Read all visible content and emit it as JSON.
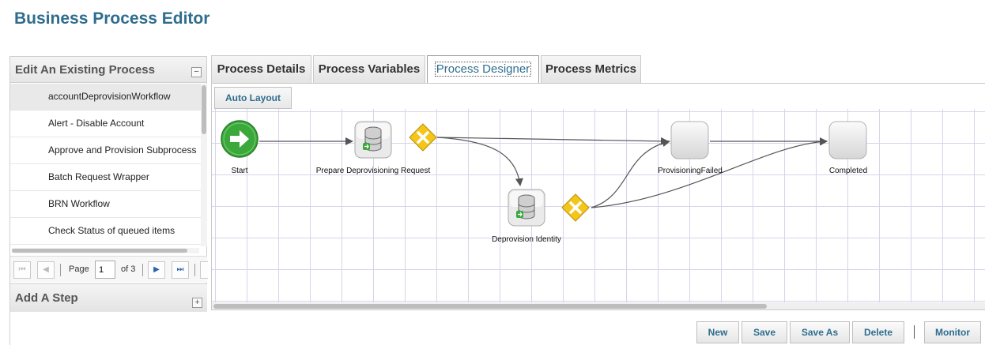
{
  "page": {
    "title": "Business Process Editor"
  },
  "left_panel": {
    "title": "Edit An Existing Process",
    "collapse_symbol": "−",
    "processes": [
      {
        "label": "accountDeprovisionWorkflow",
        "selected": true
      },
      {
        "label": "Alert - Disable Account",
        "selected": false
      },
      {
        "label": "Approve and Provision Subprocess",
        "selected": false
      },
      {
        "label": "Batch Request Wrapper",
        "selected": false
      },
      {
        "label": "BRN Workflow",
        "selected": false
      },
      {
        "label": "Check Status of queued items",
        "selected": false
      }
    ],
    "pager": {
      "page_label": "Page",
      "page_value": "1",
      "of_label": "of 3",
      "first_icon": "first-page-icon",
      "prev_icon": "prev-page-icon",
      "next_icon": "next-page-icon",
      "last_icon": "last-page-icon"
    }
  },
  "add_step": {
    "title": "Add A Step",
    "expand_symbol": "+"
  },
  "tabs": [
    {
      "label": "Process Details",
      "active": false
    },
    {
      "label": "Process Variables",
      "active": false
    },
    {
      "label": "Process Designer",
      "active": true
    },
    {
      "label": "Process Metrics",
      "active": false
    }
  ],
  "designer": {
    "auto_layout_label": "Auto Layout",
    "nodes": {
      "start": {
        "label": "Start",
        "icon": "start-arrow-icon",
        "color": "#3aa83a"
      },
      "prepare": {
        "label": "Prepare Deprovisioning Request",
        "icon": "database-script-icon"
      },
      "deprovision": {
        "label": "Deprovision Identity",
        "icon": "database-script-icon"
      },
      "failed": {
        "label": "ProvisioningFailed",
        "icon": "blank-step-icon"
      },
      "completed": {
        "label": "Completed",
        "icon": "blank-step-icon"
      },
      "gateway_color": "#f5c518"
    }
  },
  "buttons": {
    "new": "New",
    "save": "Save",
    "save_as": "Save As",
    "delete": "Delete",
    "monitor": "Monitor"
  },
  "colors": {
    "title": "#2e6d8e",
    "accent_text": "#2e6d8e",
    "grid": "#d5d5ea"
  }
}
